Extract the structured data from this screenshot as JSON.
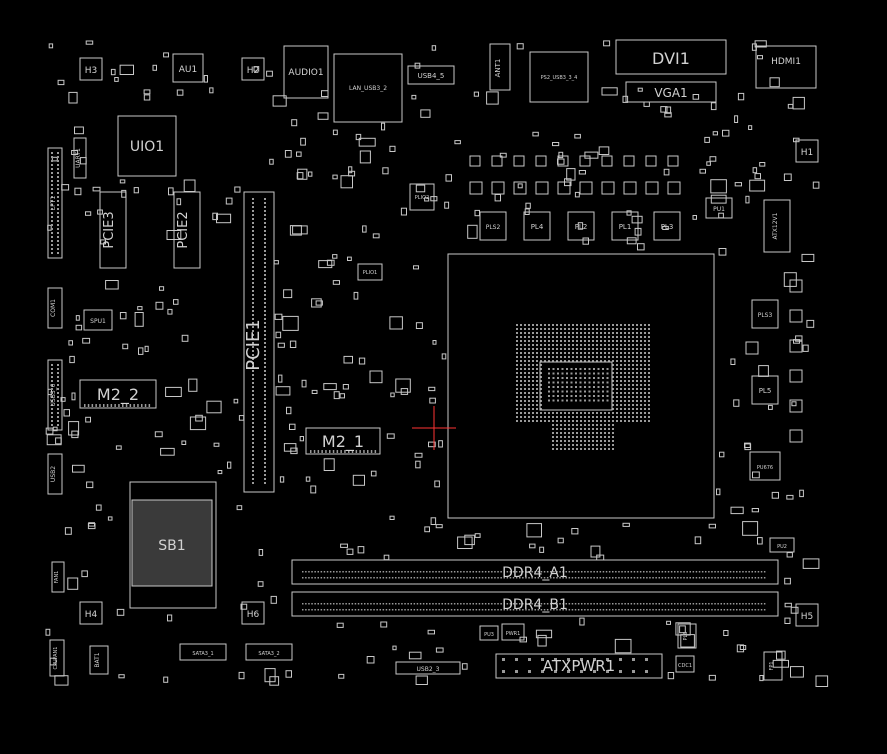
{
  "diagram": {
    "colors": {
      "background": "#000000",
      "outline": "#c8c8c8",
      "label": "#d2d2d2",
      "marker": "#ff3333"
    },
    "labels": {
      "h3": "H3",
      "au1": "AU1",
      "h2": "H2",
      "audio1": "AUDIO1",
      "lan_usb": "LAN_USB3_2",
      "usb4_5": "USB4_5",
      "ant1": "ANT1",
      "ps2_usb": "PS2_USB3_3_4",
      "dvi1": "DVI1",
      "hdmi1": "HDMI1",
      "vga1": "VGA1",
      "uio1": "UIO1",
      "uart1": "UART1",
      "lpt1": "LPT1",
      "h1": "H1",
      "pcie3": "PCIE3",
      "pcie2": "PCIE2",
      "pcie1": "PCIE1",
      "plio2": "PLIO2",
      "plio1": "PLIO1",
      "pl_s2": "PLS2",
      "pl4": "PL4",
      "pl2": "PL2",
      "pl1": "PL1",
      "pl3": "PL3",
      "pu1": "PU1",
      "atx12v1": "ATX12V1",
      "pls3": "PLS3",
      "pl5": "PL5",
      "pu_rf": "PU676",
      "spu1": "SPU1",
      "m2_2": "M2_2",
      "m2_1": "M2_1",
      "com1": "COM1",
      "usb3_6": "USB3_6",
      "usb2": "USB2",
      "fan1": "FAN1",
      "sb1": "SB1",
      "ddr4_a1": "DDR4_A1",
      "ddr4_b1": "DDR4_B1",
      "h4": "H4",
      "h6": "H6",
      "h5": "H5",
      "bat1": "BAT1",
      "cpufan1": "CPUFAN1",
      "sata3_1": "SATA3_1",
      "sata3_2": "SATA3_2",
      "usb2_3": "USB2_3",
      "atxpwr1": "ATXPWR1",
      "pl6": "PL6",
      "pu3": "PU3",
      "pwr1": "PWR1",
      "fp1": "FP1",
      "cdc1": "CDC1",
      "pu2": "PU2"
    }
  }
}
